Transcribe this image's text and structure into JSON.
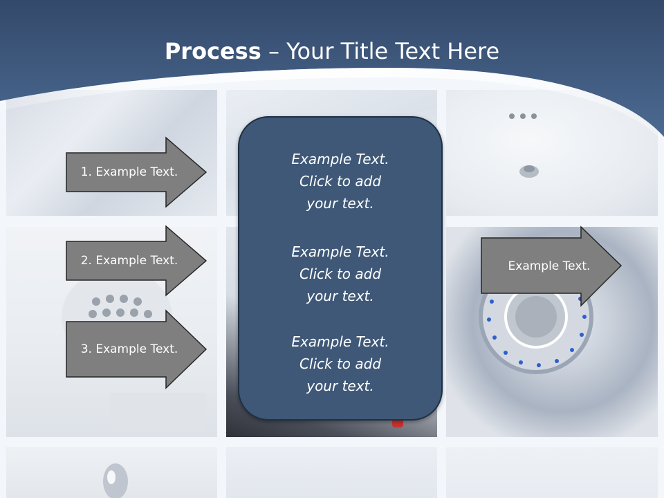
{
  "slide": {
    "title_bold": "Process",
    "title_rest": " – Your Title Text Here",
    "left_steps": [
      "1. Example Text.",
      "2. Example Text.",
      "3. Example Text."
    ],
    "right_step": "Example Text.",
    "center_paragraphs": [
      [
        "Example Text.",
        "Click  to add",
        "your text."
      ],
      [
        "Example Text.",
        "Click  to add",
        "your text."
      ],
      [
        "Example Text.",
        "Click  to add",
        "your text."
      ]
    ]
  },
  "colors": {
    "header": "#3d5a80",
    "arrow_fill": "#7f7f7f",
    "box_fill": "#3f5877"
  }
}
